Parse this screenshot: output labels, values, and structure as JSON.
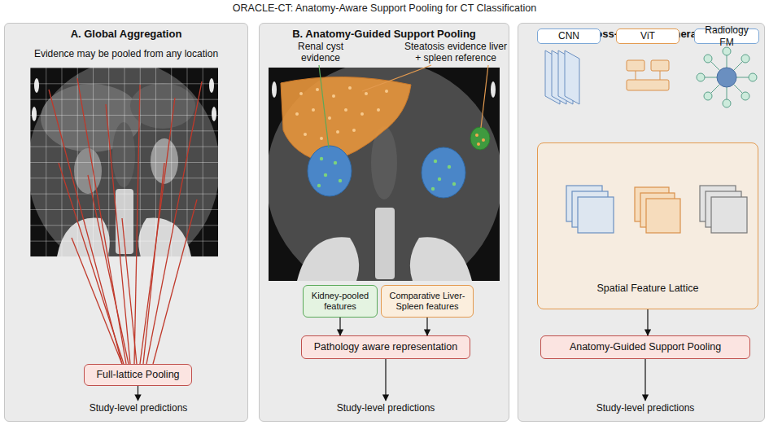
{
  "diagram": {
    "title": "ORACLE-CT: Anatomy-Aware Support Pooling for CT Classification",
    "nodes": [
      {
        "text": [
          "A. Global Aggregation",
          "Evidence may be pooled from any location"
        ]
      },
      {
        "text": [
          "Full-lattice Pooling"
        ],
        "in": 0
      },
      {
        "text": [
          "Study-level predictions"
        ],
        "in": 0
      },
      {
        "text": [
          "B. Anatomy-Guided Support Pooling"
        ]
      },
      {
        "text": [
          "Kidney-pooled features"
        ],
        "in": 3
      },
      {
        "text": [
          "Comparative Liver-Spleen features"
        ],
        "in": 3
      },
      {
        "text": [
          "Pathology aware representation"
        ],
        "in": 3
      },
      {
        "text": [
          "Study-level predictions"
        ],
        "in": 3
      },
      {
        "text": [
          "C. Cross-encoder generality"
        ]
      },
      {
        "text": [
          "CNN"
        ],
        "in": 8
      },
      {
        "text": [
          "ViT"
        ],
        "in": 8
      },
      {
        "text": [
          "Radiology FM"
        ],
        "in": 8
      },
      {
        "text": [
          "Spatial Feature Lattice"
        ],
        "in": 8
      },
      {
        "text": [
          "Anatomy-Guided Support Pooling"
        ],
        "in": 8
      },
      {
        "text": [
          "Study-level predictions"
        ],
        "in": 8
      }
    ],
    "edges": [
      {
        "from": 1,
        "to": 2,
        "arrow": "to"
      },
      {
        "from": 4,
        "to": 6,
        "arrow": "to"
      },
      {
        "from": 5,
        "to": 6,
        "arrow": "to"
      },
      {
        "from": 6,
        "to": 7,
        "arrow": "to"
      },
      {
        "from": 12,
        "to": 13,
        "arrow": "to"
      },
      {
        "from": 13,
        "to": 14,
        "arrow": "to"
      }
    ],
    "labels": [
      "Renal cyst evidence",
      "Steatosis evidence liver + spleen reference"
    ]
  }
}
